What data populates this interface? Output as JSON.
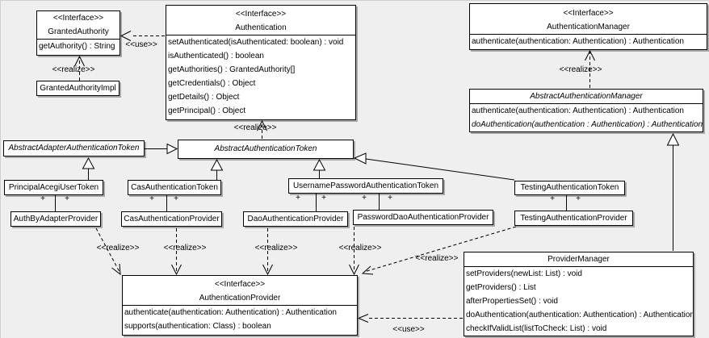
{
  "labels": {
    "use": "&lt;&lt;use&gt;&gt;",
    "realize": "<<realize>>",
    "use_plain": "<<use>>",
    "plus": "+"
  },
  "classes": {
    "granted_authority": {
      "stereotype": "<<Interface>>",
      "name": "GrantedAuthority",
      "methods": [
        "getAuthority() : String"
      ]
    },
    "granted_authority_impl": {
      "name": "GrantedAuthorityImpl"
    },
    "authentication": {
      "stereotype": "<<Interface>>",
      "name": "Authentication",
      "methods": [
        "setAuthenticated(isAuthenticated: boolean) : void",
        "isAuthenticated() : boolean",
        "getAuthorities() : GrantedAuthority[]",
        "getCredentials() : Object",
        "getDetails() : Object",
        "getPrincipal() : Object"
      ]
    },
    "authentication_manager": {
      "stereotype": "<<Interface>>",
      "name": "AuthenticationManager",
      "methods": [
        "authenticate(authentication: Authentication) : Authentication"
      ]
    },
    "abstract_authentication_manager": {
      "name": "AbstractAuthenticationManager",
      "abstract": true,
      "methods": [
        "authenticate(authentication: Authentication) : Authentication",
        "doAuthentication(authentication : Authentication) : Authentication"
      ]
    },
    "abstract_adapter_authentication_token": {
      "name": "AbstractAdapterAuthenticationToken",
      "abstract": true
    },
    "abstract_authentication_token": {
      "name": "AbstractAuthenticationToken",
      "abstract": true
    },
    "principal_acegi_user_token": {
      "name": "PrincipalAcegiUserToken"
    },
    "cas_authentication_token": {
      "name": "CasAuthenticationToken"
    },
    "username_password_authentication_token": {
      "name": "UsernamePasswordAuthenticationToken"
    },
    "testing_authentication_token": {
      "name": "TestingAuthenticationToken"
    },
    "auth_by_adapter_provider": {
      "name": "AuthByAdapterProvider"
    },
    "cas_authentication_provider": {
      "name": "CasAuthenticationProvider"
    },
    "dao_authentication_provider": {
      "name": "DaoAuthenticationProvider"
    },
    "password_dao_authentication_provider": {
      "name": "PasswordDaoAuthenticationProvider"
    },
    "testing_authentication_provider": {
      "name": "TestingAuthenticationProvider"
    },
    "authentication_provider": {
      "stereotype": "<<Interface>>",
      "name": "AuthenticationProvider",
      "methods": [
        "authenticate(authentication: Authentication) : Authentication",
        "supports(authentication: Class) : boolean"
      ]
    },
    "provider_manager": {
      "name": "ProviderManager",
      "methods": [
        "setProviders(newList: List) : void",
        "getProviders() : List",
        "afterPropertiesSet() : void",
        "doAuthentication(authentication: Authentication) : Authentication",
        "checkIfValidList(listToCheck: List) : void"
      ]
    }
  },
  "colors": {
    "background": "#efefef",
    "box_fill": "#ffffff",
    "line": "#000000",
    "shadow": "#a8a8a8"
  }
}
